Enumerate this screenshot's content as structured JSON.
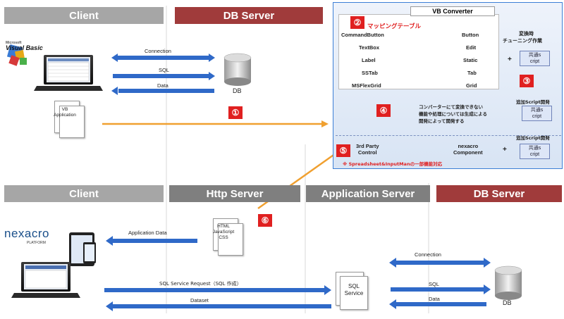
{
  "top": {
    "client_header": "Client",
    "db_header": "DB Server",
    "vb_logo": "Visual Basic",
    "vb_logo_small": "Microsoft",
    "arrows": [
      "Connection",
      "SQL",
      "Data"
    ],
    "db_label": "DB",
    "vb_app_label": "VB\nApplication",
    "badge1": "①"
  },
  "converter": {
    "title": "VB Converter",
    "badge2": "②",
    "mapping_title": "マッピングテーブル",
    "rows": [
      {
        "from": "CommandButton",
        "to": "Button"
      },
      {
        "from": "TextBox",
        "to": "Edit"
      },
      {
        "from": "Label",
        "to": "Static"
      },
      {
        "from": "SSTab",
        "to": "Tab"
      },
      {
        "from": "MSFlexGrid",
        "to": "Grid"
      }
    ],
    "tuning_line1": "変換時",
    "tuning_line2": "チューニング作業",
    "plus": "+",
    "common_script": "共通s\ncript",
    "badge3": "③",
    "badge4": "④",
    "note4_line1": "コンバーターにて変換できない",
    "note4_line2": "機能や処理については生成による",
    "note4_line3": "開発によって開発する",
    "additional_script_1": "追加Script開発",
    "third_party": "3rd Party\nControl",
    "nexacro_component": "nexacro\nComponent",
    "additional_script_2": "追加Script開発",
    "badge5": "⑤",
    "spreadsheet_note": "※ Spreadsheet&InputManの一部機能対応"
  },
  "bottom": {
    "client_header": "Client",
    "http_header": "Http Server",
    "app_header": "Application Server",
    "db_header": "DB Server",
    "nexacro_logo": "nexacro",
    "nexacro_sub": "PLATFORM",
    "html_doc": "HTML\nJavaScript\nCSS",
    "badge6": "⑥",
    "app_data": "Application Data",
    "sql_request": "SQL Service Request（SQL 作成）",
    "dataset": "Dataset",
    "sql_service": "SQL\nService",
    "arrows": [
      "Connection",
      "SQL",
      "Data"
    ],
    "db_label": "DB"
  },
  "colors": {
    "gray_header": "#a6a6a6",
    "dark_header": "#7f7f7f",
    "red_header": "#a03b3b",
    "blue_arrow": "#2f69c8",
    "orange_arrow": "#f0a030",
    "green_arrow": "#a0d060",
    "purple_arrow": "#c9a0d8",
    "badge": "#e02020"
  }
}
